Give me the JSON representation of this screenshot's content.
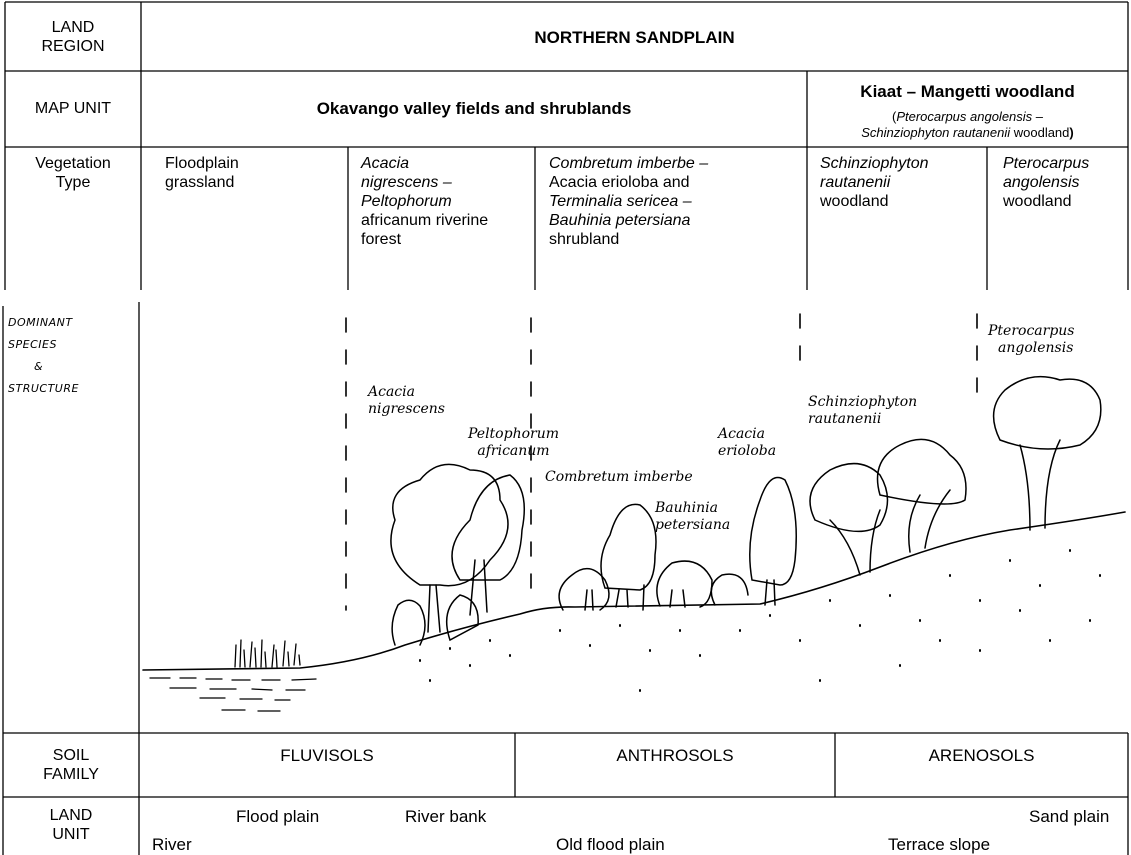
{
  "land_region": {
    "label_line1": "LAND",
    "label_line2": "REGION",
    "value": "NORTHERN SANDPLAIN"
  },
  "map_unit": {
    "label": "MAP UNIT",
    "unit1": "Okavango valley fields and shrublands",
    "unit2_title": "Kiaat – Mangetti woodland",
    "unit2_sub_line1_open": "(",
    "unit2_sub_line1_italic": "Pterocarpus angolensis –",
    "unit2_sub_line2_italic": "Schinziophyton rautanenii",
    "unit2_sub_line2_rest": " woodland",
    "unit2_sub_close": ")"
  },
  "vegetation_type": {
    "label_line1": "Vegetation",
    "label_line2": "Type",
    "types": [
      {
        "lines": [
          "Floodplain",
          "grassland"
        ]
      },
      {
        "lines": [
          "Acacia",
          "nigrescens –",
          "Peltophorum",
          "africanum riverine",
          "forest"
        ]
      },
      {
        "lines": [
          "Combretum imberbe –",
          "Acacia erioloba and",
          "Terminalia  sericea –",
          "Bauhinia petersiana",
          "shrubland"
        ]
      },
      {
        "lines": [
          "Schinziophyton",
          "rautanenii",
          "woodland"
        ]
      },
      {
        "lines": [
          "Pterocarpus",
          "angolensis",
          "woodland"
        ]
      }
    ]
  },
  "dominant": {
    "label_lines": [
      "DOMINANT",
      "SPECIES",
      "&",
      "STRUCTURE"
    ],
    "species": [
      "Acacia",
      "nigrescens",
      "Peltophorum",
      "africanum",
      "Combretum imberbe",
      "Acacia",
      "erioloba",
      "Bauhinia",
      "petersiana",
      "Schinziophyton",
      "rautanenii",
      "Pterocarpus",
      "angolensis"
    ]
  },
  "soil_family": {
    "label_line1": "SOIL",
    "label_line2": "FAMILY",
    "families": [
      "FLUVISOLS",
      "ANTHROSOLS",
      "ARENOSOLS"
    ]
  },
  "land_unit": {
    "label_line1": "LAND",
    "label_line2": "UNIT",
    "units": [
      "Flood plain",
      "River bank",
      "Sand plain",
      "River",
      "Old flood plain",
      "Terrace slope"
    ]
  }
}
